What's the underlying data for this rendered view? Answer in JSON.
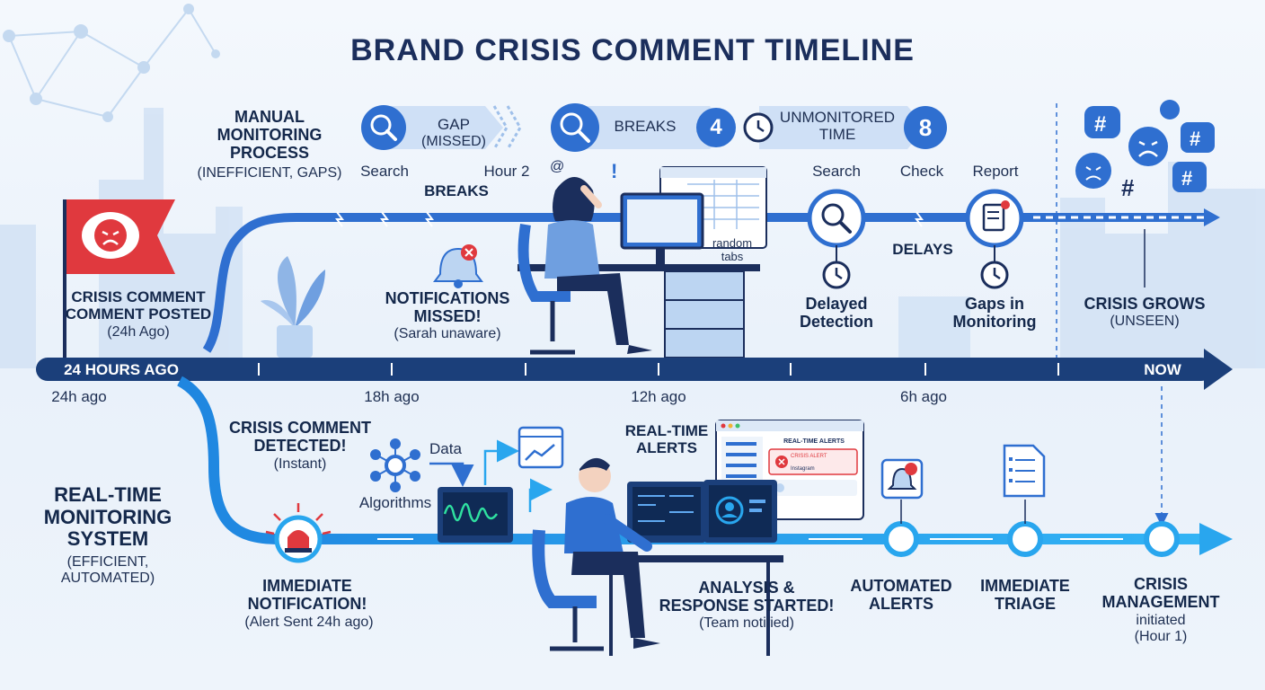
{
  "title": "BRAND CRISIS COMMENT TIMELINE",
  "manual": {
    "process_title": "MANUAL\nMONITORING\nPROCESS",
    "process_sub": "(INEFFICIENT, GAPS)",
    "gap_title": "GAP",
    "gap_sub": "(MISSED)",
    "search1": "Search",
    "hour2": "Hour 2",
    "breaks_top": "BREAKS",
    "breaks_count": "4",
    "unmonitored": "UNMONITORED\nTIME",
    "unmonitored_count": "8",
    "breaks_mid": "BREAKS",
    "notifications_missed": "NOTIFICATIONS\nMISSED!",
    "sarah": "(Sarah unaware)",
    "random_tabs": "random\ntabs",
    "search2": "Search",
    "check": "Check",
    "report": "Report",
    "delays": "DELAYS",
    "delayed_detection": "Delayed\nDetection",
    "gaps_in_monitoring": "Gaps in\nMonitoring",
    "crisis_grows": "CRISIS GROWS",
    "unseen": "(UNSEEN)"
  },
  "crisis_post": {
    "title": "CRISIS COMMENT\nCOMMENT POSTED",
    "sub": "(24h Ago)"
  },
  "axis": {
    "start_label": "24 HOURS AGO",
    "end_label": "NOW",
    "ticks": [
      "24h ago",
      "18h ago",
      "12h ago",
      "6h ago"
    ]
  },
  "realtime": {
    "system_title": "REAL-TIME\nMONITORING\nSYSTEM",
    "system_sub": "(EFFICIENT,\nAUTOMATED)",
    "detected": "CRISIS COMMENT\nDETECTED!",
    "instant": "(Instant)",
    "data": "Data",
    "algorithms": "Algorithms",
    "realtime_alerts": "REAL-TIME\nALERTS",
    "panel_header": "REAL-TIME ALERTS",
    "panel_row1": "CRISIS ALERT",
    "panel_row2": "Instagram",
    "immediate_notification": "IMMEDIATE\nNOTIFICATION!",
    "alert_sent": "(Alert Sent 24h ago)",
    "analysis": "ANALYSIS &\nRESPONSE STARTED!",
    "team_notified": "(Team notified)",
    "automated_alerts": "AUTOMATED\nALERTS",
    "immediate_triage": "IMMEDIATE\nTRIAGE",
    "crisis_management": "CRISIS\nMANAGEMENT",
    "initiated": "initiated\n(Hour 1)"
  },
  "colors": {
    "navy": "#1b2e5c",
    "blue": "#2f6fd0",
    "cyan": "#29a6ee",
    "red": "#e0393e",
    "light_blue": "#cfe0f6"
  }
}
